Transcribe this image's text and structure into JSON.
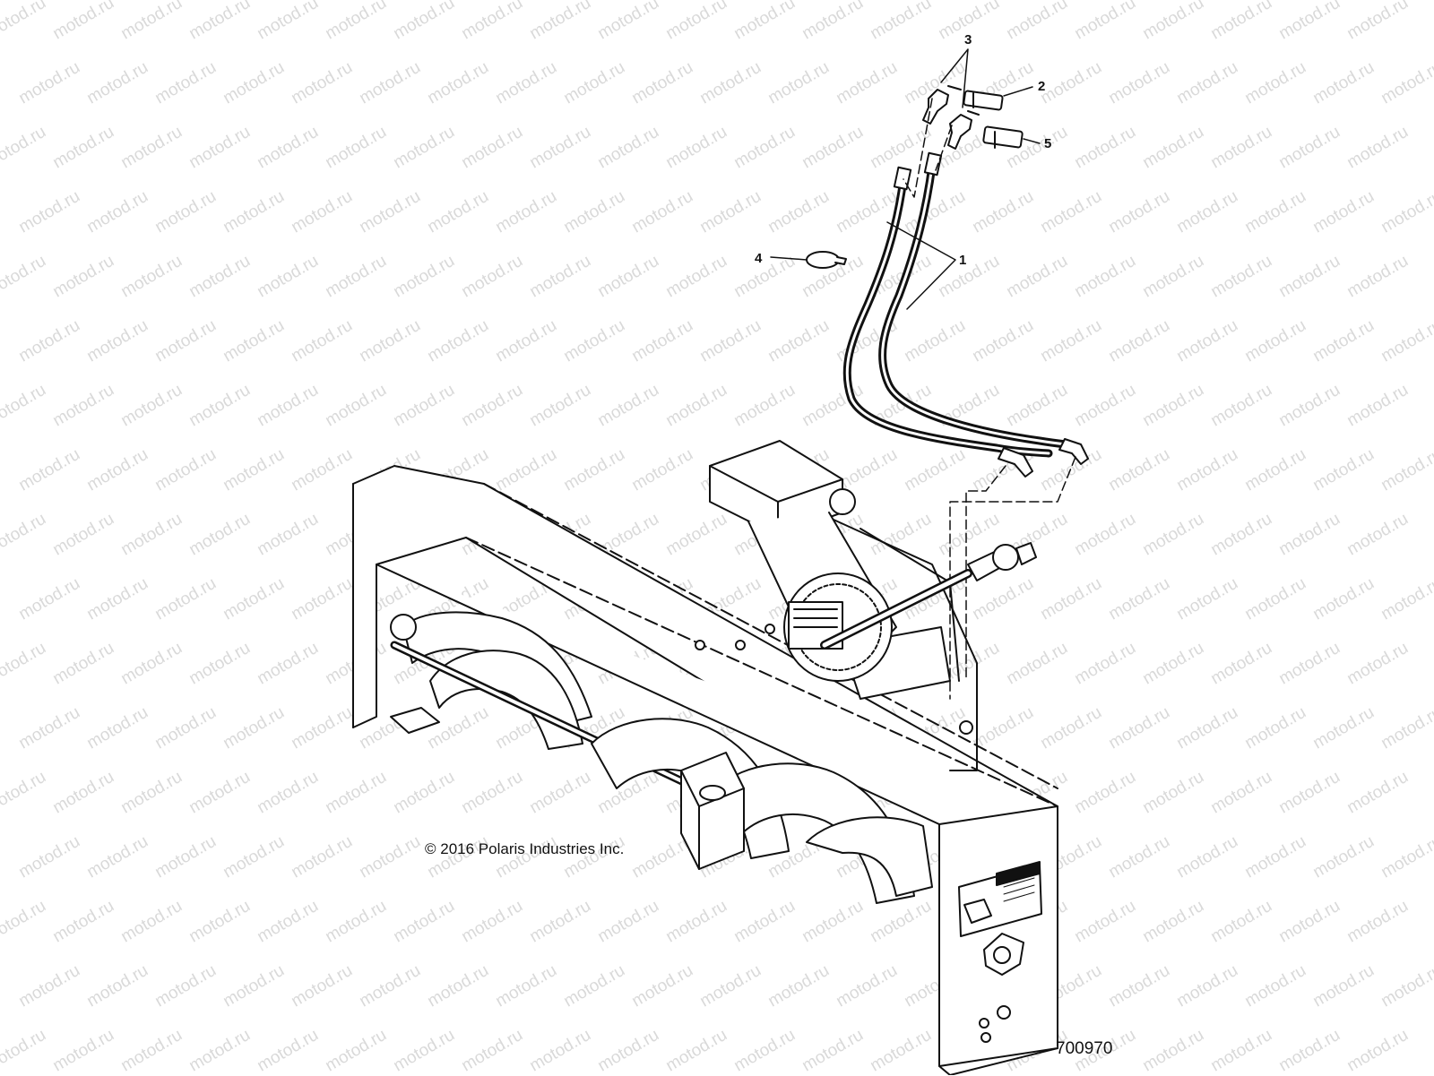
{
  "watermark": {
    "text": "motod.ru"
  },
  "callouts": [
    {
      "id": "1",
      "label": "1"
    },
    {
      "id": "2",
      "label": "2"
    },
    {
      "id": "3",
      "label": "3"
    },
    {
      "id": "4",
      "label": "4"
    },
    {
      "id": "5",
      "label": "5"
    }
  ],
  "copyright": "© 2016 Polaris Industries Inc.",
  "figure_number": "700970"
}
